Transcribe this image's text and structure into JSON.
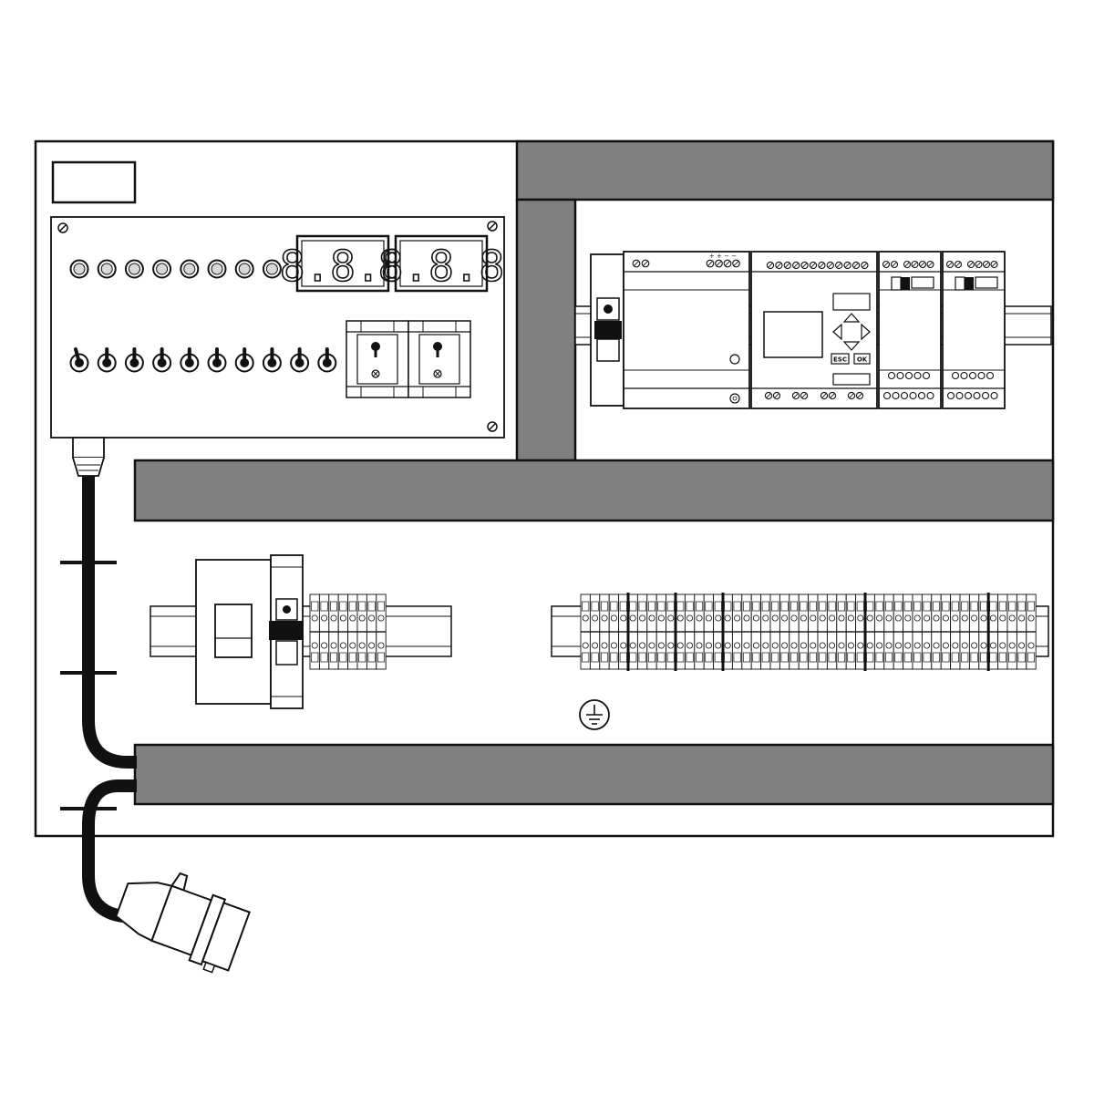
{
  "panel": {
    "frame_color": "#ffffff",
    "duct_color": "#808080",
    "outline_color": "#111111"
  },
  "front_panel": {
    "indicator_lamp_count": 8,
    "toggle_switch_count": 10,
    "displays": [
      {
        "digits": "8.8.8"
      },
      {
        "digits": "8.8.8"
      }
    ],
    "selector_switch_count": 2
  },
  "plc": {
    "keys": {
      "esc": "ESC",
      "ok": "OK"
    },
    "top_marks": "+ + − −",
    "expansion_module_count": 2
  },
  "terminal_rows": {
    "left_block_count": 8,
    "right_block_count": 48
  },
  "icons": {
    "earth": "earth-ground-icon",
    "plug": "cee-plug-icon"
  }
}
